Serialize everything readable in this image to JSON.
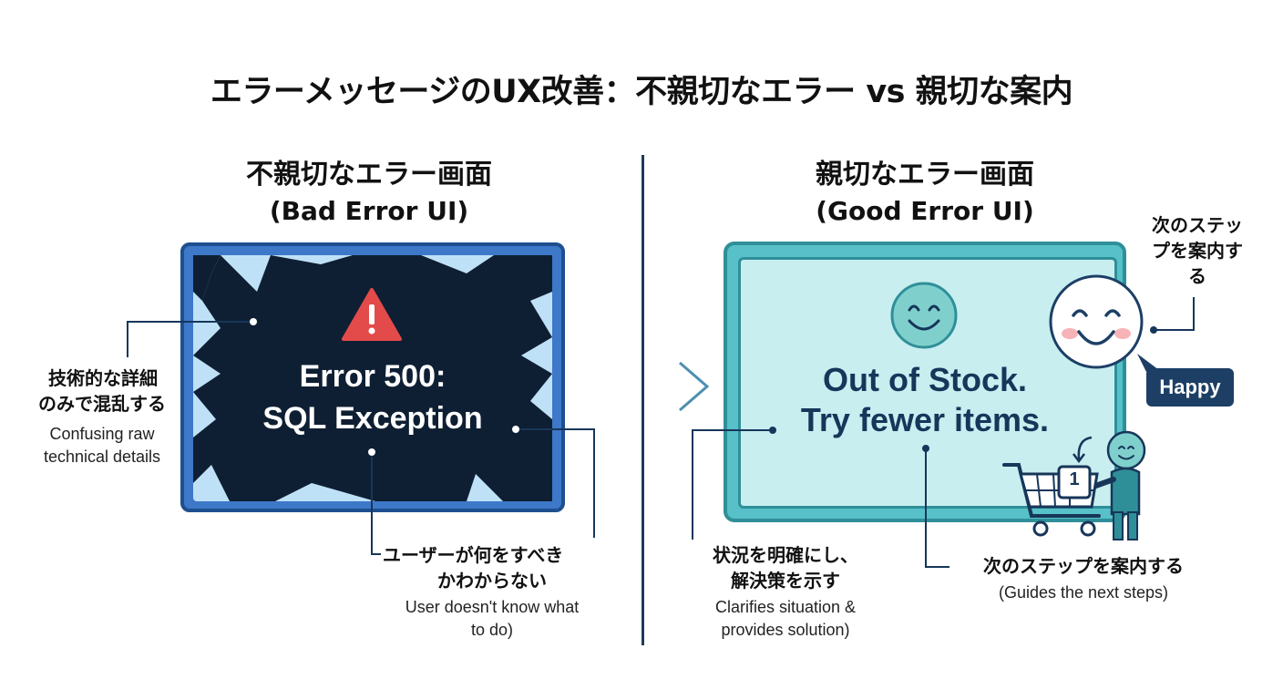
{
  "title": "エラーメッセージのUX改善：不親切なエラー vs 親切な案内",
  "bad": {
    "title_jp": "不親切なエラー画面",
    "title_en": "(Bad Error UI)",
    "error_line1": "Error 500:",
    "error_line2": "SQL Exception",
    "callout_left": {
      "jp_line1": "技術的な詳細",
      "jp_line2": "のみで混乱する",
      "en_line1": "Confusing raw",
      "en_line2": "technical details"
    },
    "callout_bottom": {
      "jp_line1": "ユーザーが何をすべき",
      "jp_line2": "かわからない",
      "en_line1": "User doesn't know what",
      "en_line2": "to do)"
    }
  },
  "good": {
    "title_jp": "親切なエラー画面",
    "title_en": "(Good Error UI)",
    "msg_line1": "Out of Stock.",
    "msg_line2": "Try fewer items.",
    "top_note": {
      "line1": "次のステッ",
      "line2": "プを案内す",
      "line3": "る"
    },
    "badge": "Happy",
    "cart_count": "1",
    "callout_left": {
      "jp_line1": "状況を明確にし、",
      "jp_line2": "解決策を示す",
      "en_line1": "Clarifies situation &",
      "en_line2": "provides solution)"
    },
    "callout_right": {
      "jp": "次のステップを案内する",
      "en": "(Guides the next steps)"
    }
  },
  "colors": {
    "bad_frame": "#3d78c9",
    "bad_screen": "#0f1f33",
    "warning_red": "#e34b4b",
    "good_frame": "#57c0c8",
    "good_screen": "#c8eef0",
    "smiley": "#7fd0cc",
    "navy": "#1d3f66"
  },
  "icons": [
    "warning-triangle-icon",
    "smiley-face-icon",
    "happy-face-icon",
    "arrow-right-icon",
    "shopping-cart-icon",
    "person-icon"
  ]
}
